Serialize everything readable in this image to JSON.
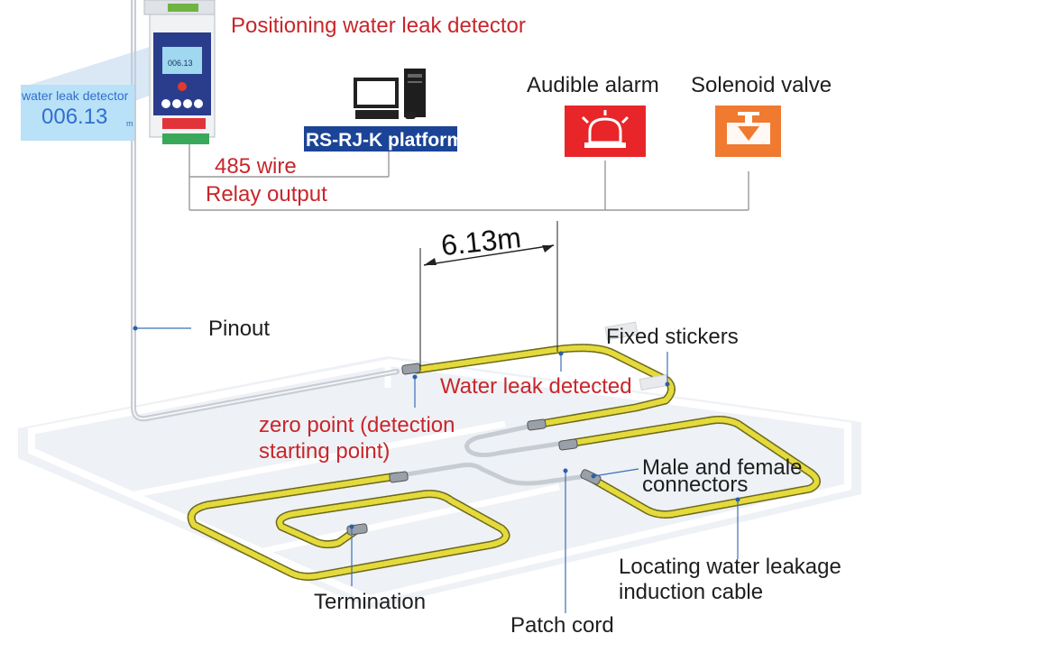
{
  "device": {
    "title": "Positioning water leak detector",
    "display_label": "water leak detector",
    "display_value": "006.13",
    "display_unit": "m",
    "screen_value": "006.13"
  },
  "platform": {
    "label": "RS-RJ-K platform"
  },
  "outputs": {
    "alarm_label": "Audible alarm",
    "valve_label": "Solenoid valve",
    "wire_485": "485 wire",
    "relay_output": "Relay output"
  },
  "measurement": {
    "distance": "6.13m"
  },
  "labels": {
    "pinout": "Pinout",
    "fixed_stickers": "Fixed stickers",
    "water_leak_detected": "Water leak detected",
    "zero_point_1": "zero point (detection",
    "zero_point_2": "starting point)",
    "male_female_1": "Male and female",
    "male_female_2": "connectors",
    "locating_cable_1": "Locating water leakage",
    "locating_cable_2": "induction cable",
    "termination": "Termination",
    "patch_cord": "Patch cord"
  },
  "colors": {
    "alarm": "#e8262a",
    "valve": "#f07a30",
    "platform_bg": "#1b4496",
    "sensing_cable": "#d9cf36",
    "red_text": "#c8262b"
  }
}
